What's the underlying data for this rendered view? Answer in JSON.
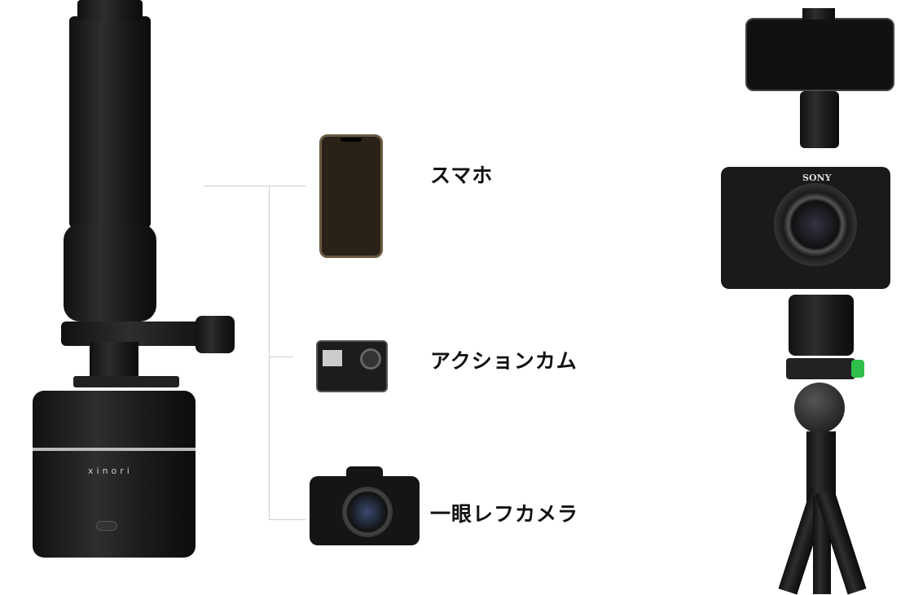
{
  "products": {
    "gimbal_logo": "xinori",
    "camera_brand": "SONY"
  },
  "devices": [
    {
      "label": "スマホ",
      "icon": "smartphone-icon"
    },
    {
      "label": "アクションカム",
      "icon": "action-camera-icon"
    },
    {
      "label": "一眼レフカメラ",
      "icon": "dslr-camera-icon"
    }
  ],
  "colors": {
    "product": "#1a1a1a",
    "connector": "#cccccc",
    "accent": "#2fbf4a"
  }
}
